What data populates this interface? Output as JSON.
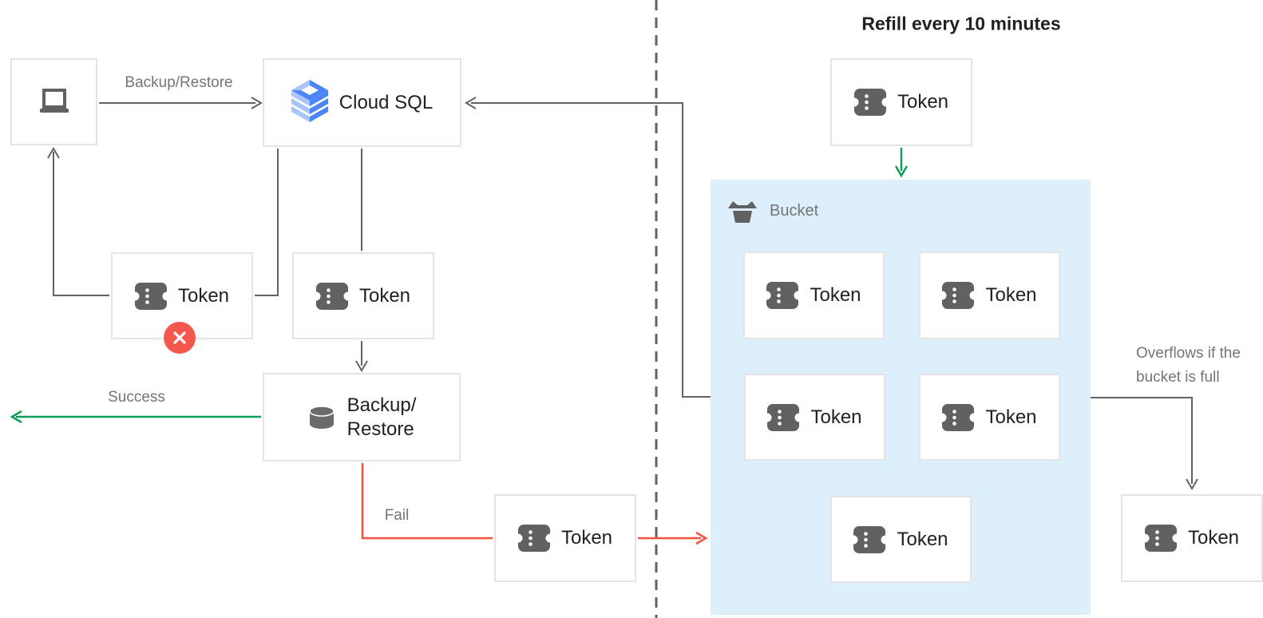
{
  "title": "Refill every 10 minutes",
  "labels": {
    "request_arrow": "Backup/Restore",
    "success": "Success",
    "fail": "Fail",
    "overflow_line1": "Overflows if the",
    "overflow_line2": "bucket is full",
    "bucket": "Bucket",
    "token": "Token"
  },
  "nodes": {
    "cloud_sql": {
      "label": "Cloud SQL"
    },
    "backup_restore": {
      "line1": "Backup/",
      "line2": "Restore"
    }
  },
  "icons": {
    "client": "laptop-icon",
    "cloud_sql": "cloud-sql-icon",
    "backup_restore": "database-icon",
    "token": "ticket-icon",
    "bucket": "bucket-icon",
    "error": "cross-icon"
  },
  "colors": {
    "success_green": "#0f9d58",
    "fail_red": "#f4513f",
    "error_badge": "#f4584c",
    "bucket_fill": "#ddeffb",
    "connector_gray": "#5f6368",
    "icon_gray": "#616161",
    "label_gray": "#757575",
    "box_border": "#e4e4e4",
    "text_dark": "#212121",
    "cloud_sql_blue": "#4285f4"
  }
}
